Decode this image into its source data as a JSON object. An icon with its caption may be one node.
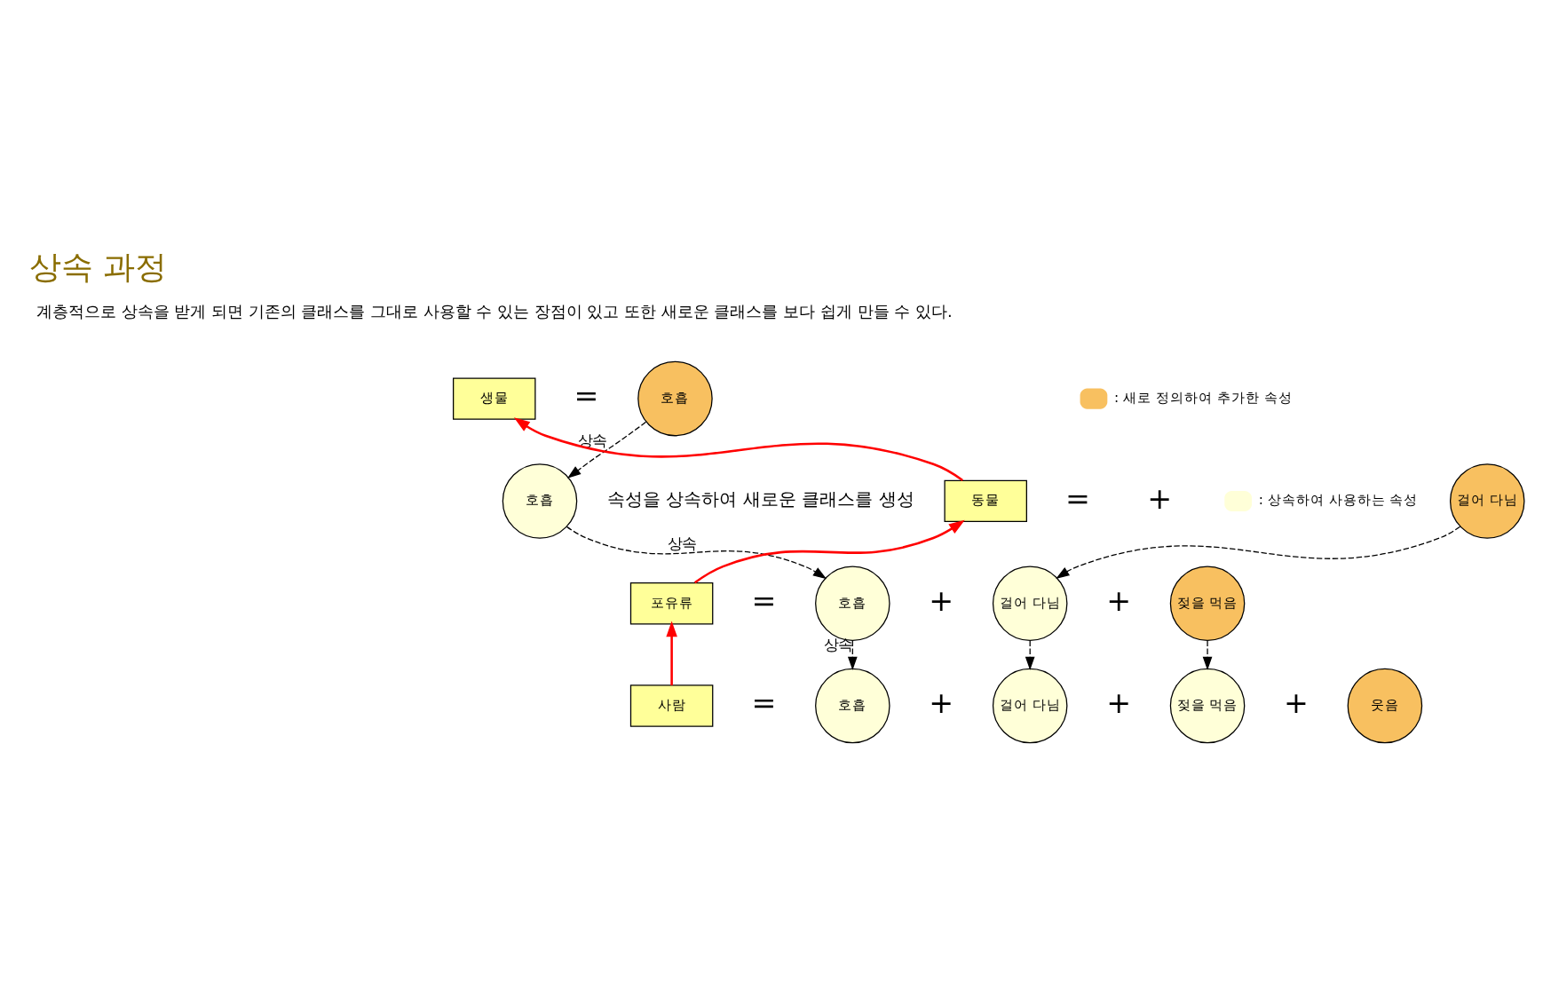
{
  "diagram": {
    "title": "상속 과정",
    "nodes": [
      {
        "text": [
          "생물"
        ]
      },
      {
        "text": [
          "호흡"
        ]
      },
      {
        "text": [
          "동물"
        ]
      },
      {
        "text": [
          "호흡"
        ]
      },
      {
        "text": [
          "걸어 다님"
        ]
      },
      {
        "text": [
          "포유류"
        ]
      },
      {
        "text": [
          "호흡"
        ]
      },
      {
        "text": [
          "걸어 다님"
        ]
      },
      {
        "text": [
          "젖을 먹음"
        ]
      },
      {
        "text": [
          "사람"
        ]
      },
      {
        "text": [
          "호흡"
        ]
      },
      {
        "text": [
          "걸어 다님"
        ]
      },
      {
        "text": [
          "젖을 먹음"
        ]
      },
      {
        "text": [
          "웃음"
        ]
      }
    ],
    "edges": [
      {
        "from": 1,
        "to": 3,
        "arrow": "to",
        "label": "상속",
        "style": "dashed"
      },
      {
        "from": 3,
        "to": 6,
        "arrow": "to",
        "label": "상속",
        "style": "dashed"
      },
      {
        "from": 4,
        "to": 7,
        "arrow": "to",
        "style": "dashed"
      },
      {
        "from": 6,
        "to": 10,
        "arrow": "to",
        "label": "상속",
        "style": "dashed"
      },
      {
        "from": 7,
        "to": 11,
        "arrow": "to",
        "style": "dashed"
      },
      {
        "from": 8,
        "to": 12,
        "arrow": "to",
        "style": "dashed"
      },
      {
        "from": 9,
        "to": 5,
        "arrow": "to",
        "color": "#ff0000"
      },
      {
        "from": 5,
        "to": 2,
        "arrow": "to",
        "color": "#ff0000"
      },
      {
        "from": 2,
        "to": 0,
        "arrow": "to",
        "color": "#ff0000"
      }
    ],
    "labels": [
      "계층적으로 상속을 받게 되면 기존의 클래스를 그대로 사용할 수 있는 장점이 있고 또한 새로운 클래스를 보다 쉽게 만들 수 있다.",
      "=",
      "=",
      "+",
      "=",
      "+",
      "+",
      "=",
      "+",
      "+",
      "+",
      "속성을 상속하여 새로운 클래스를 생성"
    ],
    "legend": [
      {
        "text": ": 새로 정의하여 추가한 속성",
        "color": "#f8c060"
      },
      {
        "text": ": 상속하여 사용하는 속성",
        "color": "#ffffd8"
      }
    ]
  }
}
